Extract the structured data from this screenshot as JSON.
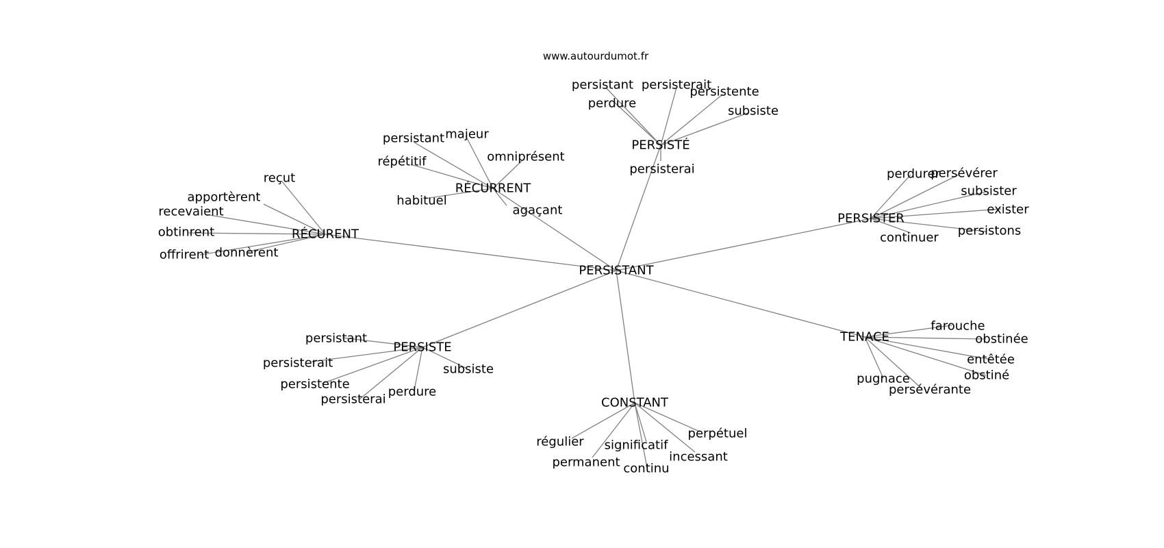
{
  "site": "www.autourdumot.fr",
  "center": "PERSISTANT",
  "hubs": [
    {
      "label": "RÉCURENT",
      "leaves": [
        "reçut",
        "apportèrent",
        "recevaient",
        "obtinrent",
        "offrirent",
        "donnèrent"
      ]
    },
    {
      "label": "RÉCURRENT",
      "leaves": [
        "persistant",
        "majeur",
        "omniprésent",
        "répétitif",
        "habituel",
        "agaçant"
      ]
    },
    {
      "label": "PERSISTÉ",
      "leaves": [
        "persistant",
        "persisterait",
        "persistente",
        "subsiste",
        "perdure",
        "persisterai"
      ]
    },
    {
      "label": "PERSISTER",
      "leaves": [
        "perdurer",
        "persévérer",
        "subsister",
        "exister",
        "persistons",
        "continuer"
      ]
    },
    {
      "label": "TENACE",
      "leaves": [
        "farouche",
        "obstinée",
        "entêtée",
        "obstiné",
        "persévérante",
        "pugnace"
      ]
    },
    {
      "label": "CONSTANT",
      "leaves": [
        "perpétuel",
        "incessant",
        "significatif",
        "continu",
        "permanent",
        "régulier"
      ]
    },
    {
      "label": "PERSISTE",
      "leaves": [
        "persistant",
        "persisterait",
        "persistente",
        "persisterai",
        "perdure",
        "subsiste"
      ]
    }
  ]
}
